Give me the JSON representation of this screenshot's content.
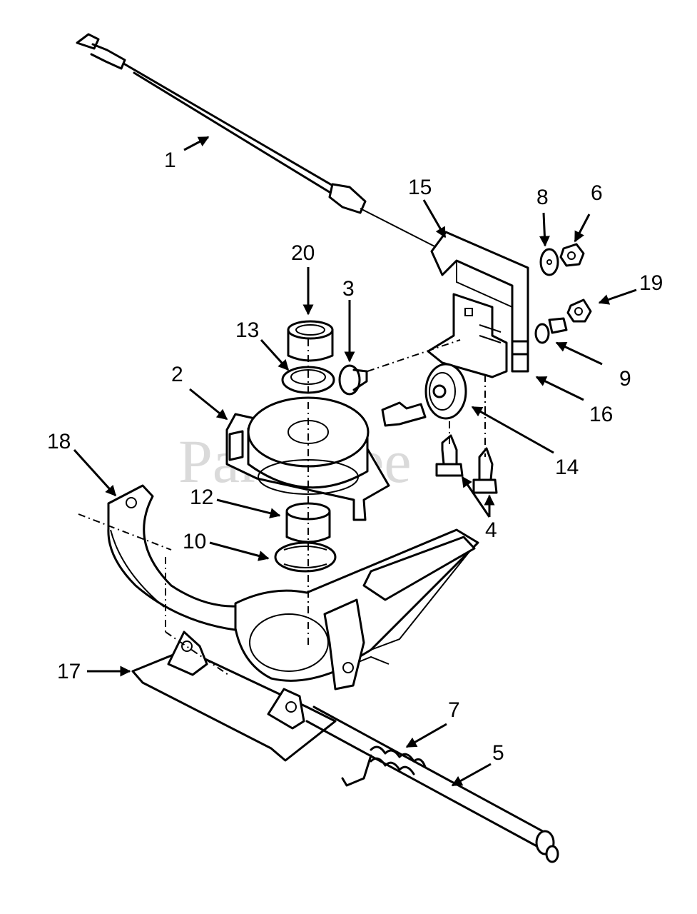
{
  "watermark": "PartsTree",
  "callouts": [
    {
      "id": "c1",
      "label": "1"
    },
    {
      "id": "c2",
      "label": "2"
    },
    {
      "id": "c3",
      "label": "3"
    },
    {
      "id": "c4",
      "label": "4"
    },
    {
      "id": "c5",
      "label": "5"
    },
    {
      "id": "c6",
      "label": "6"
    },
    {
      "id": "c7",
      "label": "7"
    },
    {
      "id": "c8",
      "label": "8"
    },
    {
      "id": "c9",
      "label": "9"
    },
    {
      "id": "c10",
      "label": "10"
    },
    {
      "id": "c12",
      "label": "12"
    },
    {
      "id": "c13",
      "label": "13"
    },
    {
      "id": "c14",
      "label": "14"
    },
    {
      "id": "c15",
      "label": "15"
    },
    {
      "id": "c16",
      "label": "16"
    },
    {
      "id": "c17",
      "label": "17"
    },
    {
      "id": "c18",
      "label": "18"
    },
    {
      "id": "c19",
      "label": "19"
    },
    {
      "id": "c20",
      "label": "20"
    }
  ]
}
